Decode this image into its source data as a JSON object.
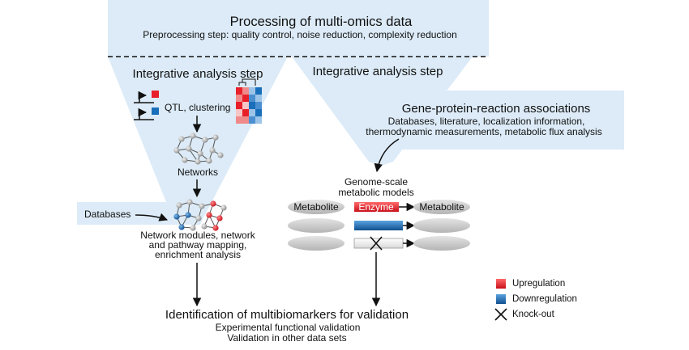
{
  "header": {
    "title": "Processing of multi-omics data",
    "subtitle": "Preprocessing step: quality control, noise reduction, complexity reduction"
  },
  "left_branch": {
    "step_title": "Integrative analysis step",
    "qtl_label": "QTL, clustering",
    "networks_label": "Networks",
    "databases_label": "Databases",
    "modules_lines": [
      "Network modules, network",
      "and pathway mapping,",
      "enrichment analysis"
    ]
  },
  "right_branch": {
    "step_title": "Integrative analysis step",
    "gpr_title": "Gene-protein-reaction associations",
    "gpr_lines": [
      "Databases, literature, localization information,",
      "thermodynamic measurements, metabolic flux analysis"
    ],
    "gsmm_lines": [
      "Genome-scale",
      "metabolic models"
    ],
    "metabolite_left": "Metabolite",
    "enzyme": "Enzyme",
    "metabolite_right": "Metabolite"
  },
  "footer": {
    "title": "Identification of multibiomarkers for validation",
    "lines": [
      "Experimental functional validation",
      "Validation in other data sets"
    ]
  },
  "legend": {
    "items": [
      {
        "label": "Upregulation",
        "color": "#e8202a",
        "icon": "red-square-icon"
      },
      {
        "label": "Downregulation",
        "color": "#1a6fba",
        "icon": "blue-square-icon"
      },
      {
        "label": "Knock-out",
        "color": "#111111",
        "icon": "cross-icon"
      }
    ]
  },
  "colors": {
    "funnel": "#dcebf7",
    "up": "#e8202a",
    "down": "#1a6fba",
    "ellipse": "#cfcfcf",
    "node": "#b9b9b9"
  }
}
